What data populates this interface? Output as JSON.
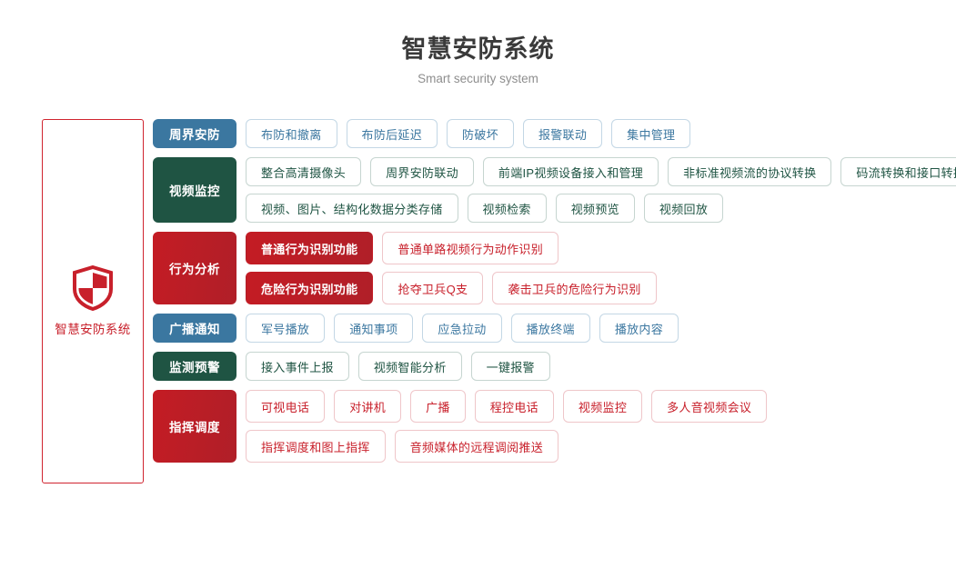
{
  "header": {
    "title": "智慧安防系统",
    "subtitle": "Smart security system"
  },
  "brand": {
    "icon": "shield-icon",
    "label": "智慧安防系统",
    "color": "#c8202b"
  },
  "colors": {
    "blue": "#3b77a0",
    "green": "#1f5443",
    "red": "#b01f28",
    "blue_border": "#c3d7e5",
    "green_border": "#c6d5d0",
    "red_border": "#efc6c9",
    "title": "#3a3a3a",
    "subtitle": "#8e8e8e"
  },
  "rows": [
    {
      "category": "周界安防",
      "theme": "blue",
      "lines": [
        {
          "items": [
            {
              "label": "布防和撤离",
              "style": "outline"
            },
            {
              "label": "布防后延迟",
              "style": "outline"
            },
            {
              "label": "防破坏",
              "style": "outline"
            },
            {
              "label": "报警联动",
              "style": "outline"
            },
            {
              "label": "集中管理",
              "style": "outline"
            }
          ]
        }
      ]
    },
    {
      "category": "视频监控",
      "theme": "green",
      "lines": [
        {
          "items": [
            {
              "label": "整合高清摄像头",
              "style": "outline"
            },
            {
              "label": "周界安防联动",
              "style": "outline"
            },
            {
              "label": "前端IP视频设备接入和管理",
              "style": "outline"
            },
            {
              "label": "非标准视频流的协议转换",
              "style": "outline"
            },
            {
              "label": "码流转换和接口转换",
              "style": "outline"
            }
          ]
        },
        {
          "items": [
            {
              "label": "视频、图片、结构化数据分类存储",
              "style": "outline"
            },
            {
              "label": "视频检索",
              "style": "outline"
            },
            {
              "label": "视频预览",
              "style": "outline"
            },
            {
              "label": "视频回放",
              "style": "outline"
            }
          ]
        }
      ]
    },
    {
      "category": "行为分析",
      "theme": "red",
      "lines": [
        {
          "items": [
            {
              "label": "普通行为识别功能",
              "style": "solid"
            },
            {
              "label": "普通单路视频行为动作识别",
              "style": "outline"
            }
          ]
        },
        {
          "items": [
            {
              "label": "危险行为识别功能",
              "style": "solid"
            },
            {
              "label": "抢夺卫兵Q支",
              "style": "outline"
            },
            {
              "label": "袭击卫兵的危险行为识别",
              "style": "outline"
            }
          ]
        }
      ]
    },
    {
      "category": "广播通知",
      "theme": "blue",
      "lines": [
        {
          "items": [
            {
              "label": "军号播放",
              "style": "outline"
            },
            {
              "label": "通知事项",
              "style": "outline"
            },
            {
              "label": "应急拉动",
              "style": "outline"
            },
            {
              "label": "播放终端",
              "style": "outline"
            },
            {
              "label": "播放内容",
              "style": "outline"
            }
          ]
        }
      ]
    },
    {
      "category": "监测预警",
      "theme": "green",
      "lines": [
        {
          "items": [
            {
              "label": "接入事件上报",
              "style": "outline"
            },
            {
              "label": "视频智能分析",
              "style": "outline"
            },
            {
              "label": "一键报警",
              "style": "outline"
            }
          ]
        }
      ]
    },
    {
      "category": "指挥调度",
      "theme": "red",
      "lines": [
        {
          "items": [
            {
              "label": "可视电话",
              "style": "outline"
            },
            {
              "label": "对讲机",
              "style": "outline"
            },
            {
              "label": "广播",
              "style": "outline"
            },
            {
              "label": "程控电话",
              "style": "outline"
            },
            {
              "label": "视频监控",
              "style": "outline"
            },
            {
              "label": "多人音视频会议",
              "style": "outline"
            }
          ]
        },
        {
          "items": [
            {
              "label": "指挥调度和图上指挥",
              "style": "outline"
            },
            {
              "label": "音频媒体的远程调阅推送",
              "style": "outline"
            }
          ]
        }
      ]
    }
  ]
}
